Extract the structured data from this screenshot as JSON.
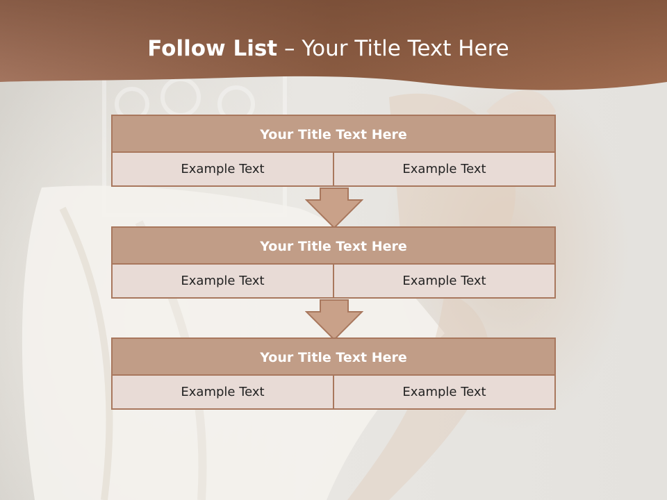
{
  "slide": {
    "title_bold": "Follow List",
    "title_rest": " – Your Title Text Here"
  },
  "blocks": [
    {
      "title": "Your Title Text Here",
      "cells": [
        "Example Text",
        "Example Text"
      ]
    },
    {
      "title": "Your Title Text Here",
      "cells": [
        "Example Text",
        "Example Text"
      ]
    },
    {
      "title": "Your Title Text Here",
      "cells": [
        "Example Text",
        "Example Text"
      ]
    }
  ],
  "colors": {
    "header": "#8a5a3f",
    "block_title_fill": "#c19d87",
    "block_border": "#a8775d",
    "cell_fill": "#e8dbd6",
    "arrow_fill": "#c9a189"
  }
}
